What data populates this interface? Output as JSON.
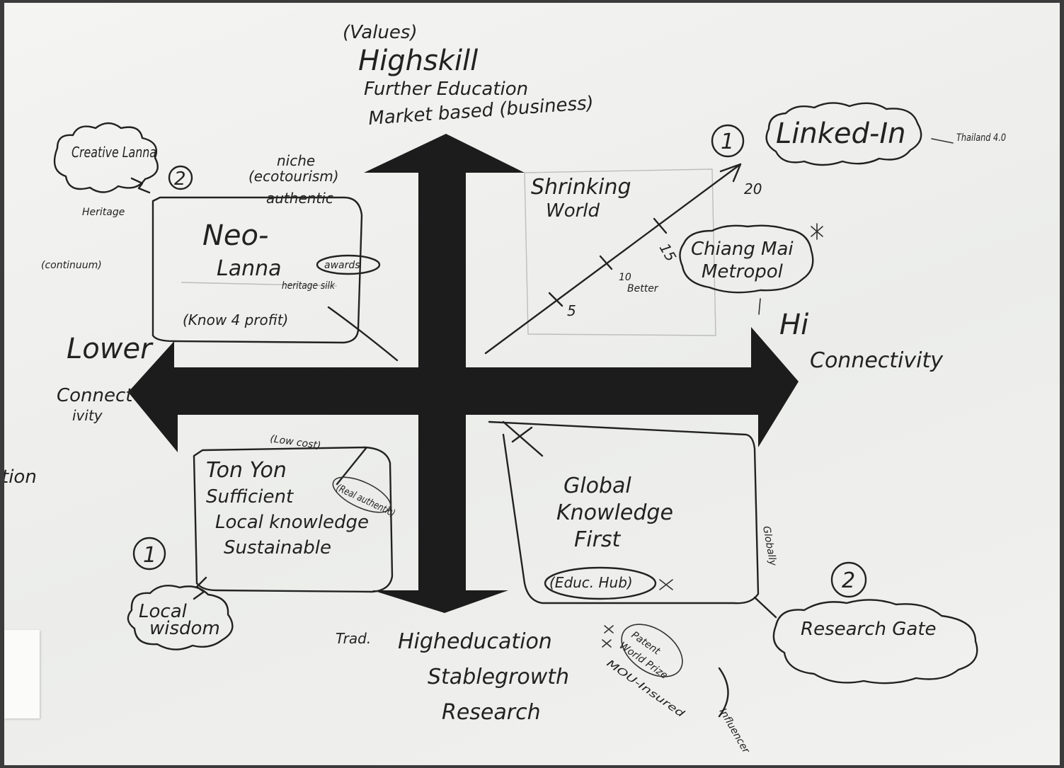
{
  "top_axis": {
    "values": "(Values)",
    "line1": "Highskill",
    "line2": "Further Education",
    "line3": "Market based (business)"
  },
  "bottom_axis": {
    "trad": "Trad.",
    "line1": "Higheducation",
    "line2": "Stablegrowth",
    "line3": "Research"
  },
  "left_axis": {
    "line1": "Lower",
    "line2": "Connect",
    "line3": "ivity"
  },
  "right_axis": {
    "line1": "Hi",
    "line2": "Connectivity"
  },
  "top_left": {
    "cloud": "Creative Lanna",
    "number": "2",
    "niche": "niche",
    "ecotourism": "(ecotourism)",
    "authentic": "authentic",
    "heritage": "Heritage",
    "continuum": "(continuum)",
    "title1": "Neo-",
    "title2": "Lanna",
    "awards": "awards",
    "silk": "heritage silk",
    "know": "(Know 4 profit)"
  },
  "top_right": {
    "number": "1",
    "cloud": "Linked-In",
    "thailand": "Thailand 4.0",
    "title1": "Shrinking",
    "title2": "World",
    "tick20": "20",
    "tick15": "15",
    "tick10": "10",
    "tick5": "5",
    "better": "Better",
    "cloud2_line1": "Chiang Mai",
    "cloud2_line2": "Metropol"
  },
  "bottom_left": {
    "lowcost": "(Low cost)",
    "line1": "Ton Yon",
    "line2": "Sufficient",
    "line3": "Local knowledge",
    "line4": "Sustainable",
    "real": "(Real authentic)",
    "number": "1",
    "cloud_line1": "Local",
    "cloud_line2": "wisdom"
  },
  "bottom_right": {
    "title1": "Global",
    "title2": "Knowledge",
    "title3": "First",
    "edu": "(Educ. Hub)",
    "globally": "Globally",
    "number": "2",
    "cloud": "Research Gate",
    "patent1": "Patent",
    "patent2": "World Prize",
    "patent3": "MOU-Insured",
    "influencer": "Influencer"
  },
  "left_edge": {
    "frag": "tion"
  }
}
